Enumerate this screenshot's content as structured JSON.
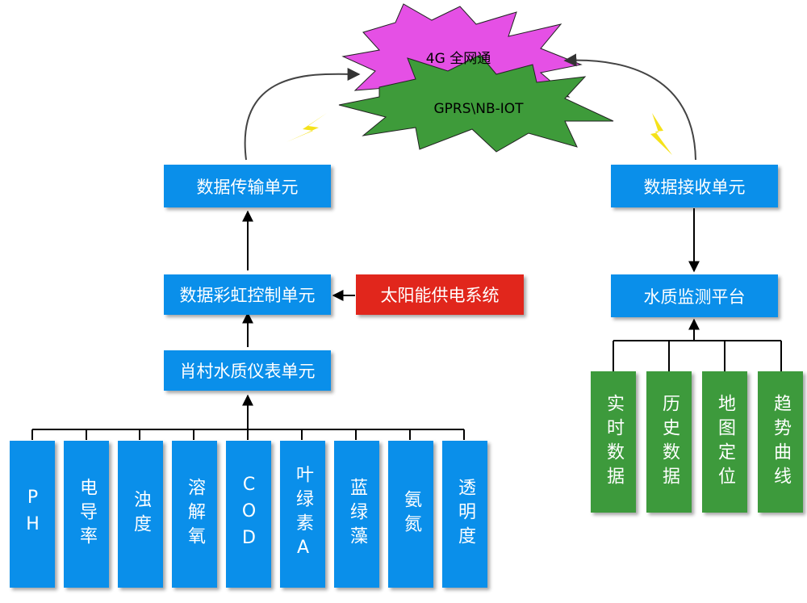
{
  "network": {
    "top_label": "4G 全网通",
    "bottom_label": "GPRS\\NB-IOT",
    "top_color": "#E550E5",
    "bottom_color": "#3E9B3A"
  },
  "left_column": {
    "transmit": "数据传输单元",
    "control": "数据彩虹控制单元",
    "solar": "太阳能供电系统",
    "instrument": "肖村水质仪表单元"
  },
  "sensors": [
    "PH",
    "电导率",
    "浊度",
    "溶解氧",
    "COD",
    "叶绿素A",
    "蓝绿藻",
    "氨氮",
    "透明度"
  ],
  "right_column": {
    "receive": "数据接收单元",
    "platform": "水质监测平台"
  },
  "features": [
    "实时数据",
    "历史数据",
    "地图定位",
    "趋势曲线"
  ],
  "colors": {
    "blue": "#0A8FEA",
    "red": "#E1261C",
    "green": "#3D9A3C",
    "lightning": "#F5E21A"
  }
}
